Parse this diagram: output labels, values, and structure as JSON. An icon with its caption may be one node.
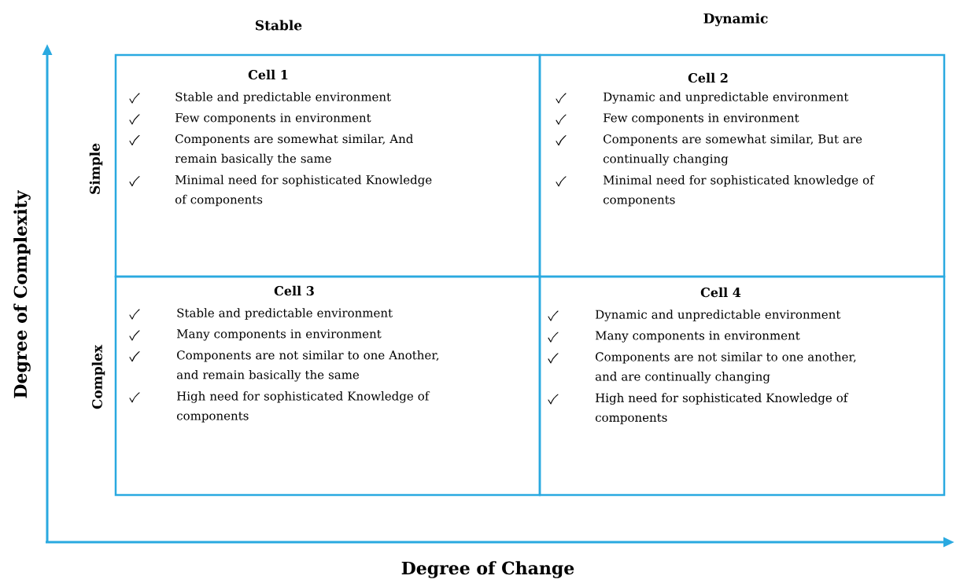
{
  "diagram": {
    "nodes": [
      {
        "text": [
          "Cell 1",
          "Stable and predictable environment",
          "Few components in environment",
          "Components are somewhat similar, And remain basically the same",
          "Minimal need for sophisticated Knowledge of components"
        ]
      },
      {
        "text": [
          "Cell 2",
          "Dynamic and unpredictable environment",
          "Few components in environment",
          "Components are somewhat similar, But are continually changing",
          "Minimal need for sophisticated knowledge of components"
        ]
      },
      {
        "text": [
          "Cell 3",
          "Stable and predictable environment",
          "Many components in environment",
          "Components are not similar to one Another, and remain basically the same",
          "High need for sophisticated Knowledge of components"
        ]
      },
      {
        "text": [
          "Cell 4",
          "Dynamic and unpredictable environment",
          "Many components in environment",
          "Components are not similar to one another, and are continually changing",
          "High need for sophisticated Knowledge of components"
        ]
      }
    ],
    "edges": [],
    "labels": [
      "Stable",
      "Dynamic",
      "Simple",
      "Complex",
      "Degree of Complexity",
      "Degree of Change"
    ]
  }
}
